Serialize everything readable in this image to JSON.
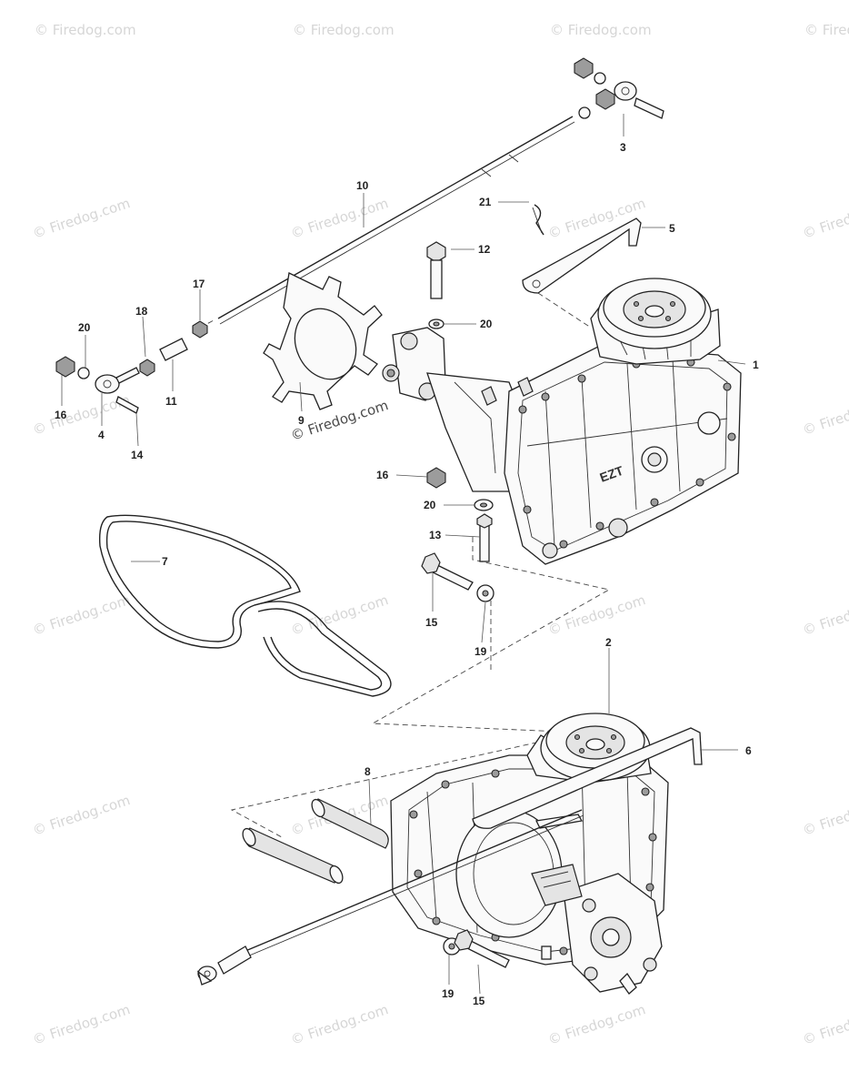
{
  "watermark": {
    "text": "© Firedog.com"
  },
  "callouts": {
    "c1": "1",
    "c2": "2",
    "c3": "3",
    "c4": "4",
    "c5": "5",
    "c6": "6",
    "c7": "7",
    "c8": "8",
    "c9": "9",
    "c10": "10",
    "c11": "11",
    "c12": "12",
    "c13": "13",
    "c14": "14",
    "c15a": "15",
    "c15b": "15",
    "c16a": "16",
    "c16b": "16",
    "c17": "17",
    "c18": "18",
    "c19a": "19",
    "c19b": "19",
    "c20a": "20",
    "c20b": "20",
    "c20c": "20",
    "c21": "21"
  },
  "transaxle_logo": "EZT"
}
